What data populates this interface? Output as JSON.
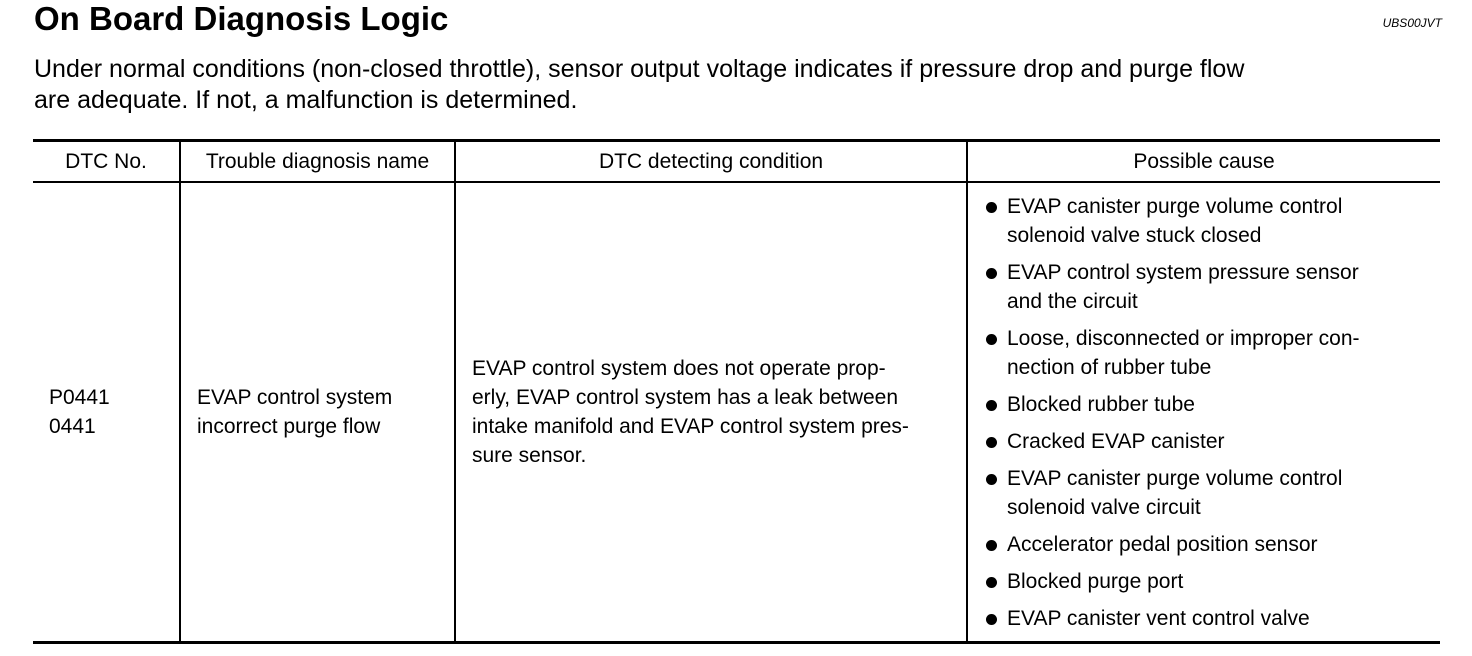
{
  "header": {
    "title": "On Board Diagnosis Logic",
    "doc_id": "UBS00JVT"
  },
  "intro": {
    "lines": [
      "Under normal conditions (non-closed throttle), sensor output voltage indicates if pressure drop and purge flow",
      "are adequate. If not, a malfunction is determined."
    ]
  },
  "table": {
    "columns": [
      "DTC No.",
      "Trouble diagnosis name",
      "DTC detecting condition",
      "Possible cause"
    ],
    "row": {
      "dtc_no": [
        "P0441",
        "0441"
      ],
      "diagnosis_name": [
        "EVAP control system",
        "incorrect purge flow"
      ],
      "condition": [
        "EVAP control system does not operate prop-",
        "erly, EVAP control system has a leak between",
        "intake manifold and EVAP control system pres-",
        "sure sensor."
      ],
      "causes": [
        [
          "EVAP canister purge volume control",
          "solenoid valve stuck closed"
        ],
        [
          "EVAP control system pressure sensor",
          "and the circuit"
        ],
        [
          "Loose, disconnected or improper con-",
          "nection of rubber tube"
        ],
        [
          "Blocked rubber tube"
        ],
        [
          "Cracked EVAP canister"
        ],
        [
          "EVAP canister purge volume control",
          "solenoid valve circuit"
        ],
        [
          "Accelerator pedal position sensor"
        ],
        [
          "Blocked purge port"
        ],
        [
          "EVAP canister vent control valve"
        ]
      ]
    }
  }
}
